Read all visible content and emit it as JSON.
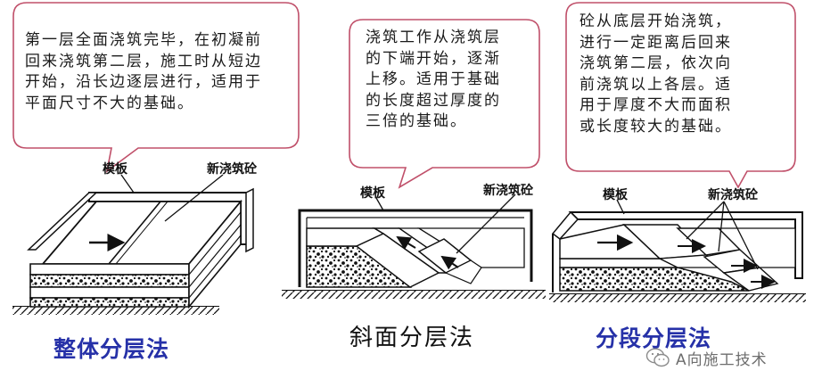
{
  "callouts": [
    {
      "id": "overall",
      "text": "第一层全面浇筑完毕，在初凝前\n回来浇筑第二层，施工时从短边\n开始，沿长边逐层进行，适用于\n平面尺寸不大的基础。"
    },
    {
      "id": "slope",
      "text": "浇筑工作从浇筑层\n的下端开始，逐渐\n上移。适用于基础\n的长度超过厚度的\n三倍的基础。"
    },
    {
      "id": "segment",
      "text": "砼从底层开始浇筑，\n进行一定距离后回来\n浇筑第二层，依次向\n前浇筑以上各层。适\n用于厚度不大而面积\n或长度较大的基础。"
    }
  ],
  "labels": {
    "formwork": "模板",
    "new_concrete": "新浇筑砼"
  },
  "captions": {
    "overall": "整体分层法",
    "slope": "斜面分层法",
    "segment": "分段分层法"
  },
  "watermark": {
    "text": "A向施工技术",
    "icon": "wechat-icon"
  },
  "colors": {
    "bubble_border": "#c0506a",
    "caption_blue": "#2631a8",
    "ink": "#111111",
    "watermark": "#6d6d6d"
  }
}
